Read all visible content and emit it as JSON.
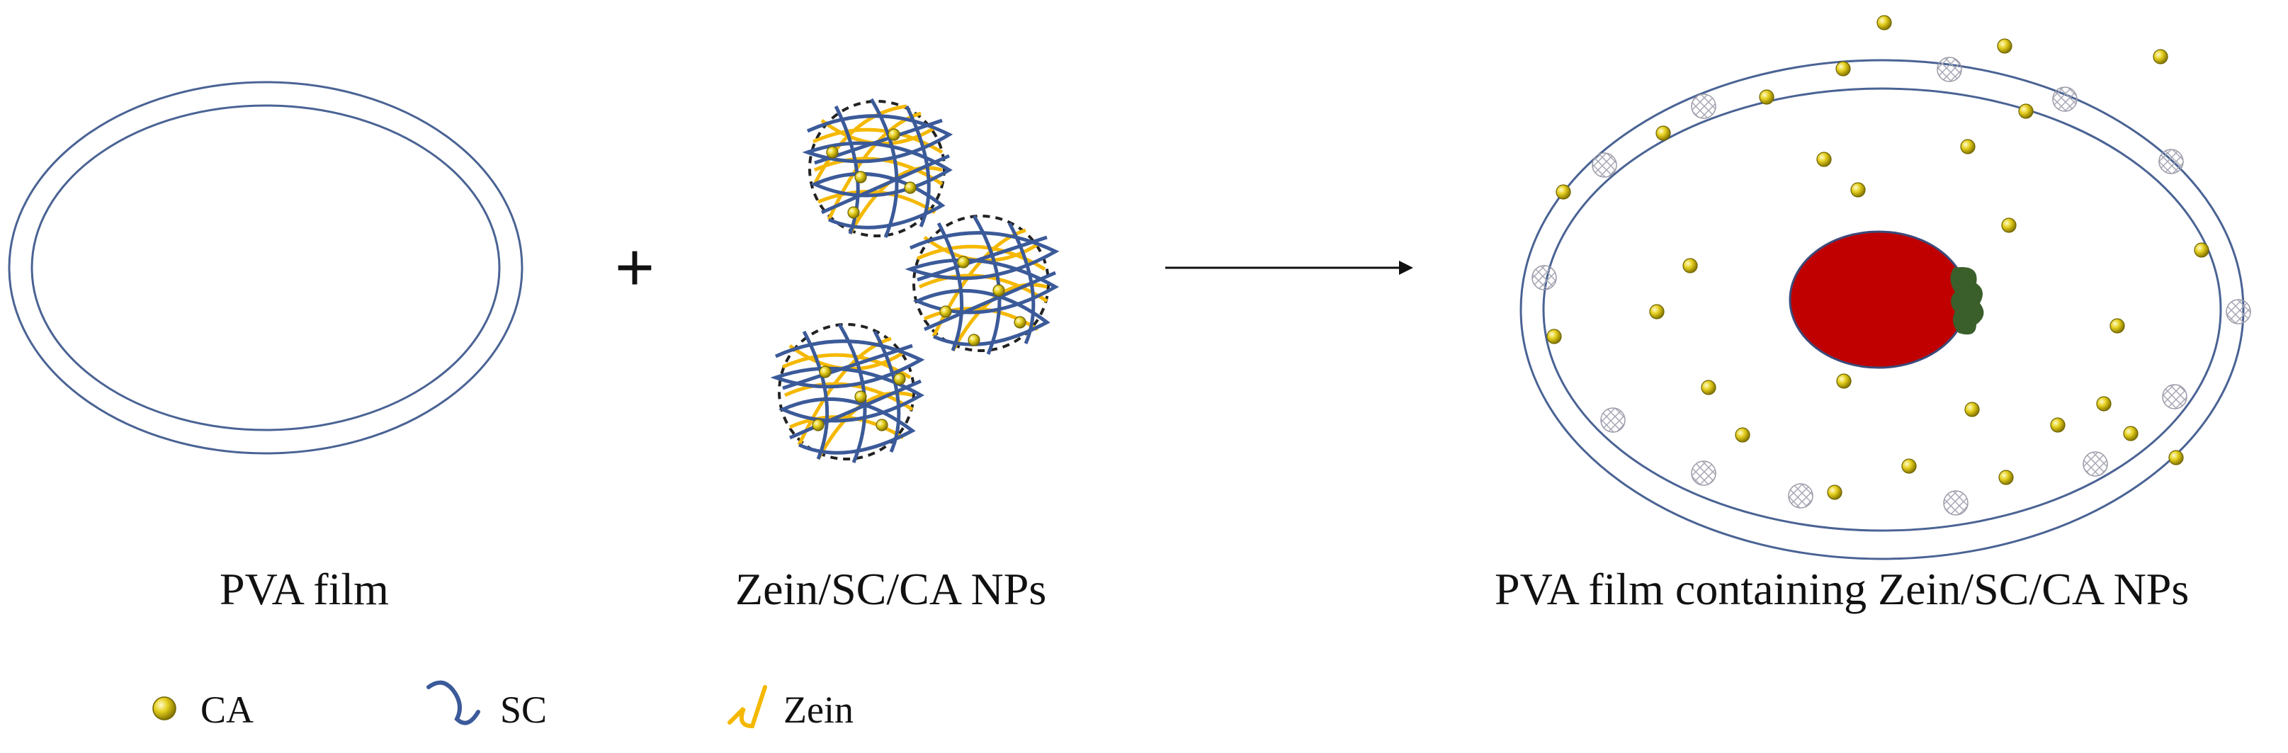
{
  "labels": {
    "pva_film": "PVA film",
    "plus": "+",
    "nps": "Zein/SC/CA NPs",
    "result": "PVA film containing Zein/SC/CA NPs"
  },
  "legend": [
    {
      "symbol": "ca-dot-icon",
      "label": "CA"
    },
    {
      "symbol": "sc-strand-icon",
      "label": "SC"
    },
    {
      "symbol": "zein-strand-icon",
      "label": "Zein"
    }
  ],
  "colors": {
    "film_ring": "#4a6394",
    "sc_strand": "#3b5a99",
    "zein_strand": "#f5b800",
    "ca_dot": "#d9c21a",
    "fruit_body": "#c00000",
    "fruit_stem": "#3a5f2b"
  }
}
